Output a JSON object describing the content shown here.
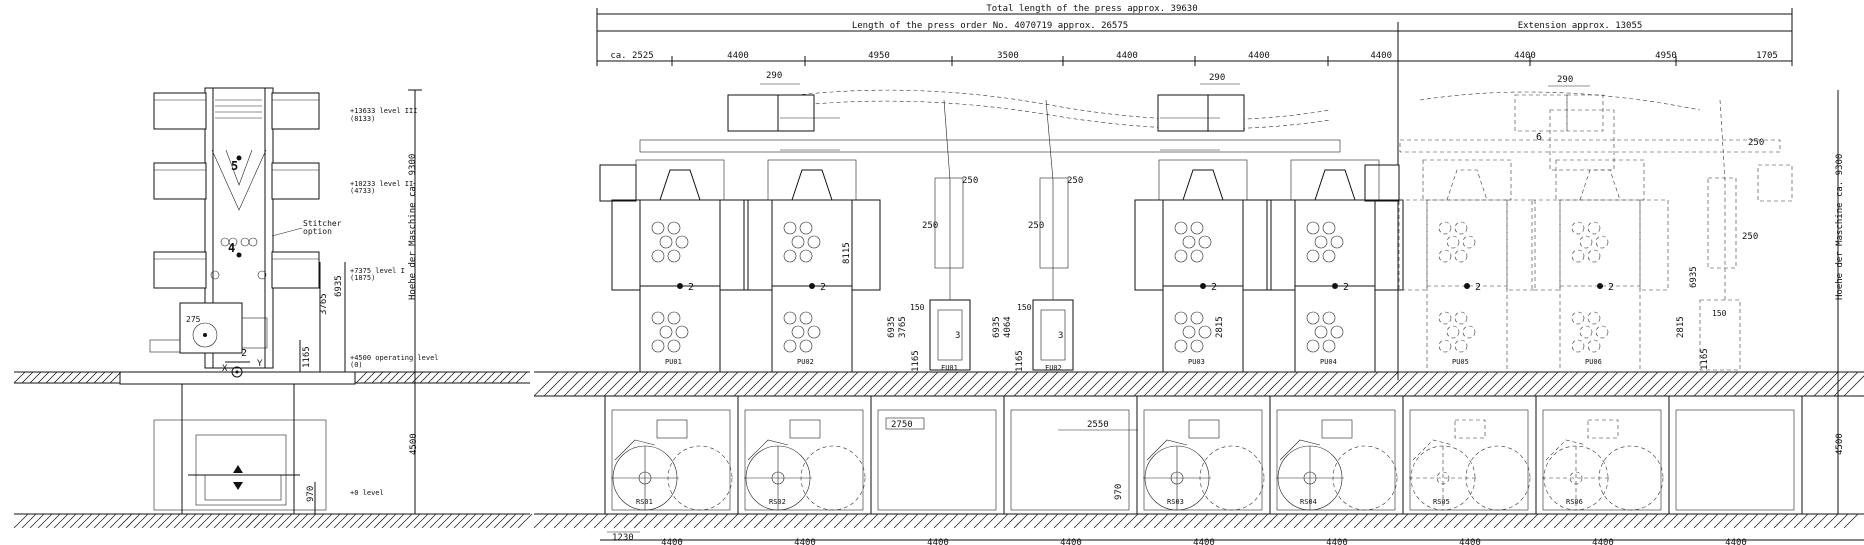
{
  "header_dimensions": {
    "total": "Total length of the press approx. 39630",
    "order": "Length of the press order No. 4070719 approx. 26575",
    "extension": "Extension approx. 13055"
  },
  "segment_dims": [
    "ca. 2525",
    "4400",
    "4950",
    "3500",
    "4400",
    "4400",
    "4400",
    "4400",
    "4950",
    "1705"
  ],
  "detail_dims": {
    "d290a": "290",
    "d290b": "290",
    "d290c": "290",
    "d250a": "250",
    "d250b": "250",
    "d250c": "250",
    "d250d": "250",
    "d250e": "250",
    "d150a": "150",
    "d150b": "150",
    "d150c": "150",
    "d8115": "8115",
    "d6935a": "6935",
    "d3765a": "3765",
    "d1165a": "1165",
    "d4064": "4064",
    "d6935b": "6935",
    "d1165b": "1165",
    "d2815a": "2815",
    "d2815b": "2815",
    "d1165c": "1165",
    "d6935c": "6935",
    "d2750": "2750",
    "d2550": "2550",
    "d970a": "970",
    "d1230": "1230",
    "d4500b": "4500",
    "height_label_right": "Hoehe der Maschine ca. 9300"
  },
  "bottom_dims": [
    "4400",
    "4400",
    "4400",
    "4400",
    "4400",
    "4400",
    "4400",
    "4400",
    "4400"
  ],
  "side_view": {
    "height_label": "Hoehe der Maschine ca. 9300",
    "level3": "+13633 level III",
    "level3b": "(8133)",
    "level2": "+10233 level II",
    "level2b": "(4733)",
    "level1": "+7375 level I",
    "level1b": "(1875)",
    "stitcher": "Stitcher",
    "stitcher_b": "option",
    "operating": "+4500 operating level",
    "operating_b": "(0)",
    "zero_level": "+0 level",
    "dim_6935": "6935",
    "dim_3765": "3765",
    "dim_1165": "1165",
    "dim_275": "275",
    "dim_4500": "4500",
    "dim_970": "970",
    "label_5": "5",
    "label_4": "4",
    "label_2": "2",
    "label_x": "X",
    "label_y": "Y",
    "label_z": "Z"
  },
  "unit_labels": {
    "pu01": "PU01",
    "pu02": "PU02",
    "fu01": "FU01",
    "fu02": "FU02",
    "pu03": "PU03",
    "pu04": "PU04",
    "pu05": "PU05",
    "pu06": "PU06",
    "rs01": "RS01",
    "rs02": "RS02",
    "rs03": "RS03",
    "rs04": "RS04",
    "rs05": "RS05",
    "rs06": "RS06",
    "num2": "2",
    "num3": "3",
    "num6": "6"
  }
}
